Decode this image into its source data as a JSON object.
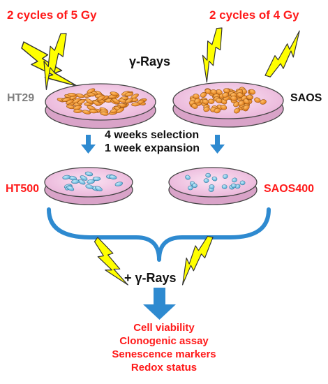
{
  "top": {
    "left_condition": "2 cycles of 5 Gy",
    "right_condition": "2 cycles of 4 Gy",
    "rays_label": "γ-Rays"
  },
  "cell_lines": {
    "left_parent": "HT29",
    "right_parent": "SAOS",
    "left_resistant": "HT500",
    "right_resistant": "SAOS400"
  },
  "middle": {
    "selection_line1": "4 weeks selection",
    "selection_line2": "1 week expansion"
  },
  "bottom": {
    "rays_label": "+ γ-Rays",
    "assays": [
      "Cell viability",
      "Clonogenic assay",
      "Senescence markers",
      "Redox status"
    ]
  },
  "colors": {
    "title_red": "#ff1a1a",
    "dish_fill": "#f3c8e6",
    "cell_orange": "#f28a1e",
    "cell_blue": "#7ec8e8",
    "arrow_blue": "#2e8ad0",
    "bolt_yellow": "#ffff00"
  },
  "icons": [
    "lightning-bolt-icon",
    "petri-dish-icon",
    "down-arrow-icon",
    "curly-brace-icon"
  ]
}
